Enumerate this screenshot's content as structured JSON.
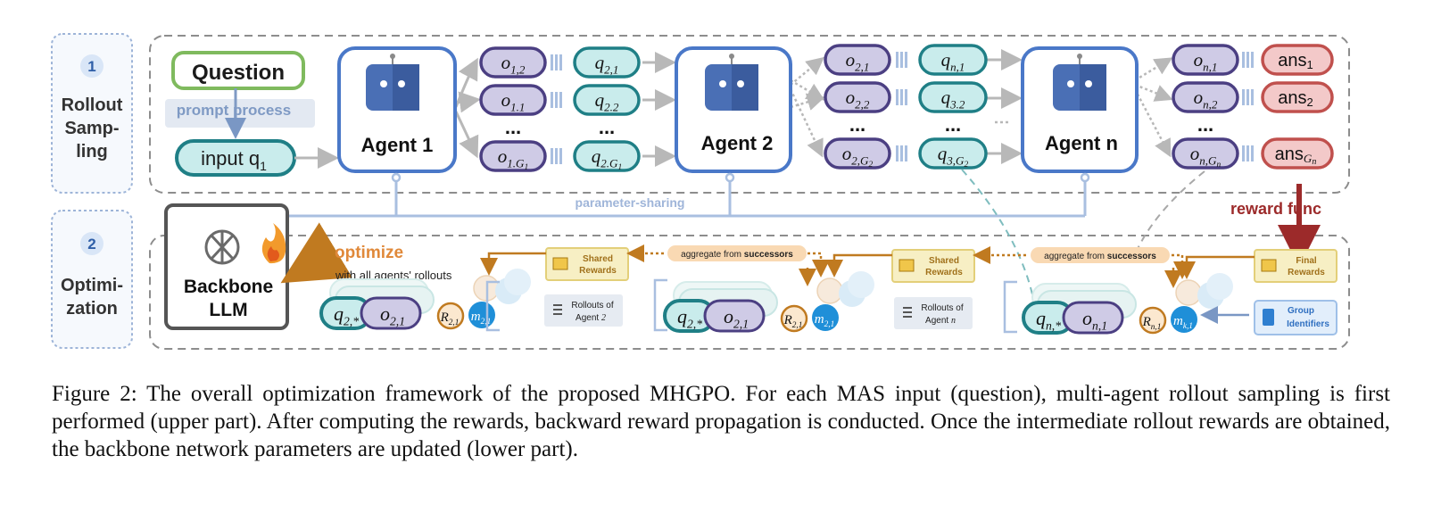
{
  "stages": [
    {
      "number": "1",
      "label_lines": [
        "Rollout",
        "Samp-",
        "ling"
      ]
    },
    {
      "number": "2",
      "label_lines": [
        "Optimi-",
        "zation"
      ]
    }
  ],
  "question": {
    "label": "Question",
    "process_label": "prompt  process",
    "input_label": "input q",
    "input_sub": "1"
  },
  "agents": [
    "Agent 1",
    "Agent 2",
    "Agent n"
  ],
  "ellipsis": "...",
  "col1": {
    "outputs": [
      [
        "o",
        "1,2"
      ],
      [
        "o",
        "1.1"
      ],
      [
        "o",
        "1.G",
        "1"
      ]
    ],
    "queries": [
      [
        "q",
        "2,1"
      ],
      [
        "q",
        "2.2"
      ],
      [
        "q",
        "2.G",
        "1"
      ]
    ]
  },
  "col2": {
    "outputs": [
      [
        "o",
        "2,1"
      ],
      [
        "o",
        "2,2"
      ],
      [
        "o",
        "2,G",
        "2"
      ]
    ],
    "queries": [
      [
        "q",
        "n,1"
      ],
      [
        "q",
        "3.2"
      ],
      [
        "q",
        "3,G",
        "2"
      ]
    ]
  },
  "col3": {
    "outputs": [
      [
        "o",
        "n,1"
      ],
      [
        "o",
        "n,2"
      ],
      [
        "o",
        "n,G",
        "n"
      ]
    ],
    "answers": [
      [
        "ans",
        "1"
      ],
      [
        "ans",
        "2"
      ],
      [
        "ans",
        "G",
        "n"
      ]
    ]
  },
  "parameter_sharing": "parameter-sharing",
  "reward_func": "reward   func",
  "backbone": {
    "line1": "Backbone",
    "line2": "LLM"
  },
  "optimize": {
    "title": "optimize",
    "subtitle": "with all agents' rollouts"
  },
  "aggregate": {
    "prefix": "aggregate from ",
    "bold": "successors"
  },
  "shared_rewards": [
    "Shared",
    "Rewards"
  ],
  "final_rewards": [
    "Final",
    "Rewards"
  ],
  "rollouts_of": [
    "Rollouts of",
    "Agent"
  ],
  "rollouts_agents": [
    "2",
    "n"
  ],
  "group_identifiers": [
    "Group",
    "Identifiers"
  ],
  "bottom_pairs": [
    {
      "q": "q",
      "q_sub": "2,*",
      "o": "o",
      "o_sub": "2,1",
      "r": "R",
      "r_sub": "2,1",
      "m": "m",
      "m_sub": "2,1"
    },
    {
      "q": "q",
      "q_sub": "2,*",
      "o": "o",
      "o_sub": "2,1",
      "r": "R",
      "r_sub": "2,1",
      "m": "m",
      "m_sub": "2,1"
    },
    {
      "q": "q",
      "q_sub": "n,*",
      "o": "o",
      "o_sub": "n,1",
      "r": "R",
      "r_sub": "n,1",
      "m": "m",
      "m_sub": "k,1"
    }
  ],
  "caption": "Figure 2: The overall optimization framework of the proposed MHGPO. For each MAS input (question), multi-agent rollout sampling is first performed (upper part). After computing the rewards, backward reward propagation is conducted. Once the intermediate rollout rewards are obtained, the backbone network parameters are updated (lower part).",
  "colors": {
    "purple_fill": "#cfcbe6",
    "purple_stroke": "#4b3f82",
    "teal_fill": "#c9ecec",
    "teal_stroke": "#1f7f86",
    "red_fill": "#f3c9c9",
    "red_stroke": "#c0504d",
    "agent_border": "#4a78c8",
    "orange": "#c07a20",
    "dark_red": "#9c2a2a"
  }
}
